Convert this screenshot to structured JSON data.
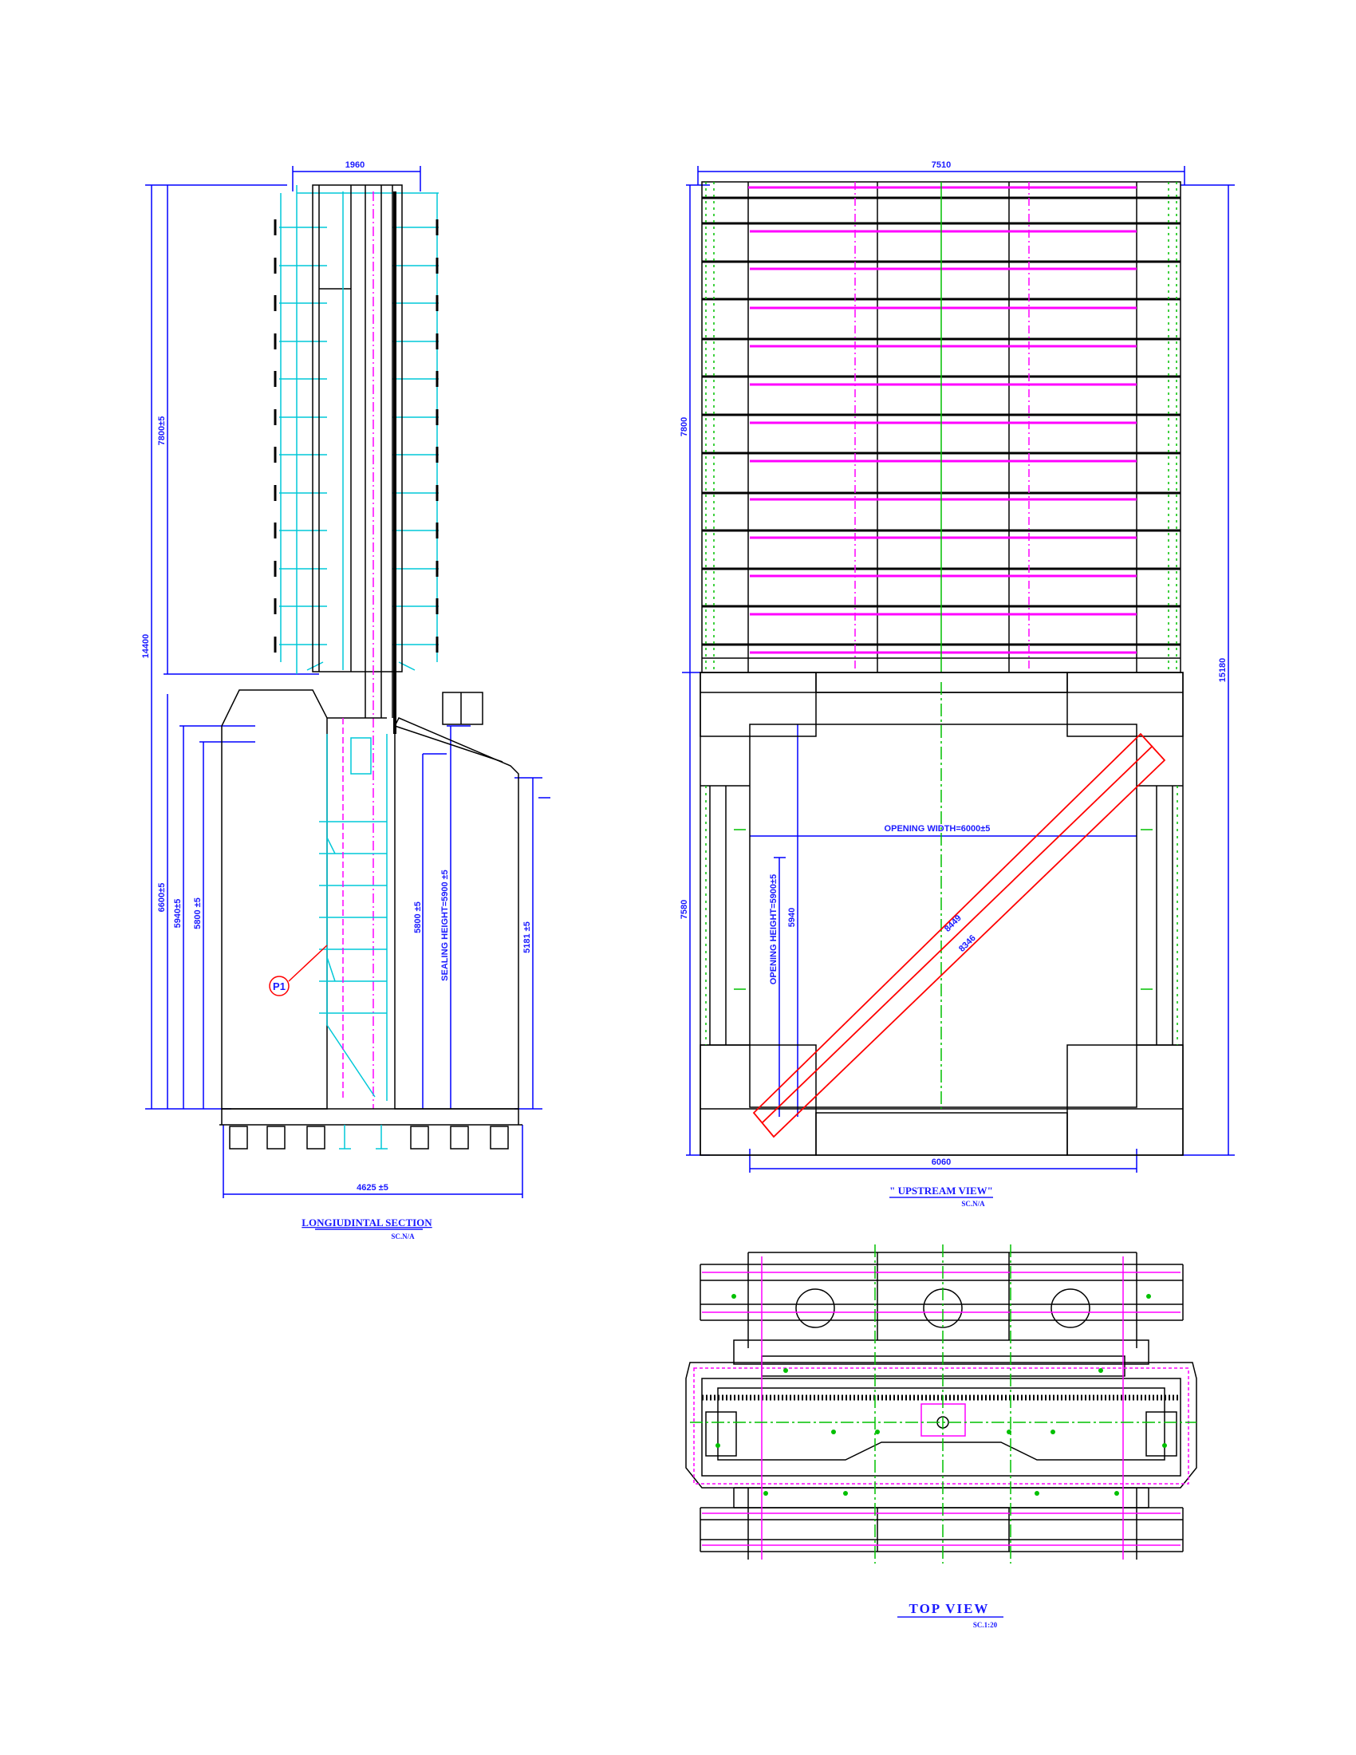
{
  "colors": {
    "outline": "#000000",
    "dimension": "#0000ff",
    "dimension_text": "#1a1aff",
    "stiffener": "#00c8d8",
    "centerline": "#ff00ff",
    "axis": "#00c000",
    "seal": "#ff0000"
  },
  "longitudinal": {
    "title": "LONGIUDINTAL SECTION",
    "scale": "SC.N/A",
    "dim_top_width": "1960",
    "dim_total_height": "14400",
    "dim_upper_height": "7800±5",
    "dim_lower_6600": "6600±5",
    "dim_5940": "5940±5",
    "dim_5800": "5800 ±5",
    "dim_5800_right": "5800 ±5",
    "dim_sealing": "SEALING HEIGHT=5900 ±5",
    "dim_5181": "5181 ±5",
    "dim_base_width": "4625 ±5",
    "callout": "P1"
  },
  "upstream": {
    "title": "\" UPSTREAM VIEW\"",
    "scale": "SC.N/A",
    "dim_top_width": "7510",
    "dim_upper_height": "7800",
    "dim_lower_height": "7580",
    "dim_total_height": "15180",
    "opening_width": "OPENING WIDTH=6000±5",
    "opening_height": "OPENING HEIGHT=5900±5",
    "dim_5940": "5940",
    "diag_1": "8449",
    "diag_2": "8346",
    "dim_bottom_width": "6060"
  },
  "top_view": {
    "title": "TOP VIEW",
    "scale": "SC.1:20"
  }
}
